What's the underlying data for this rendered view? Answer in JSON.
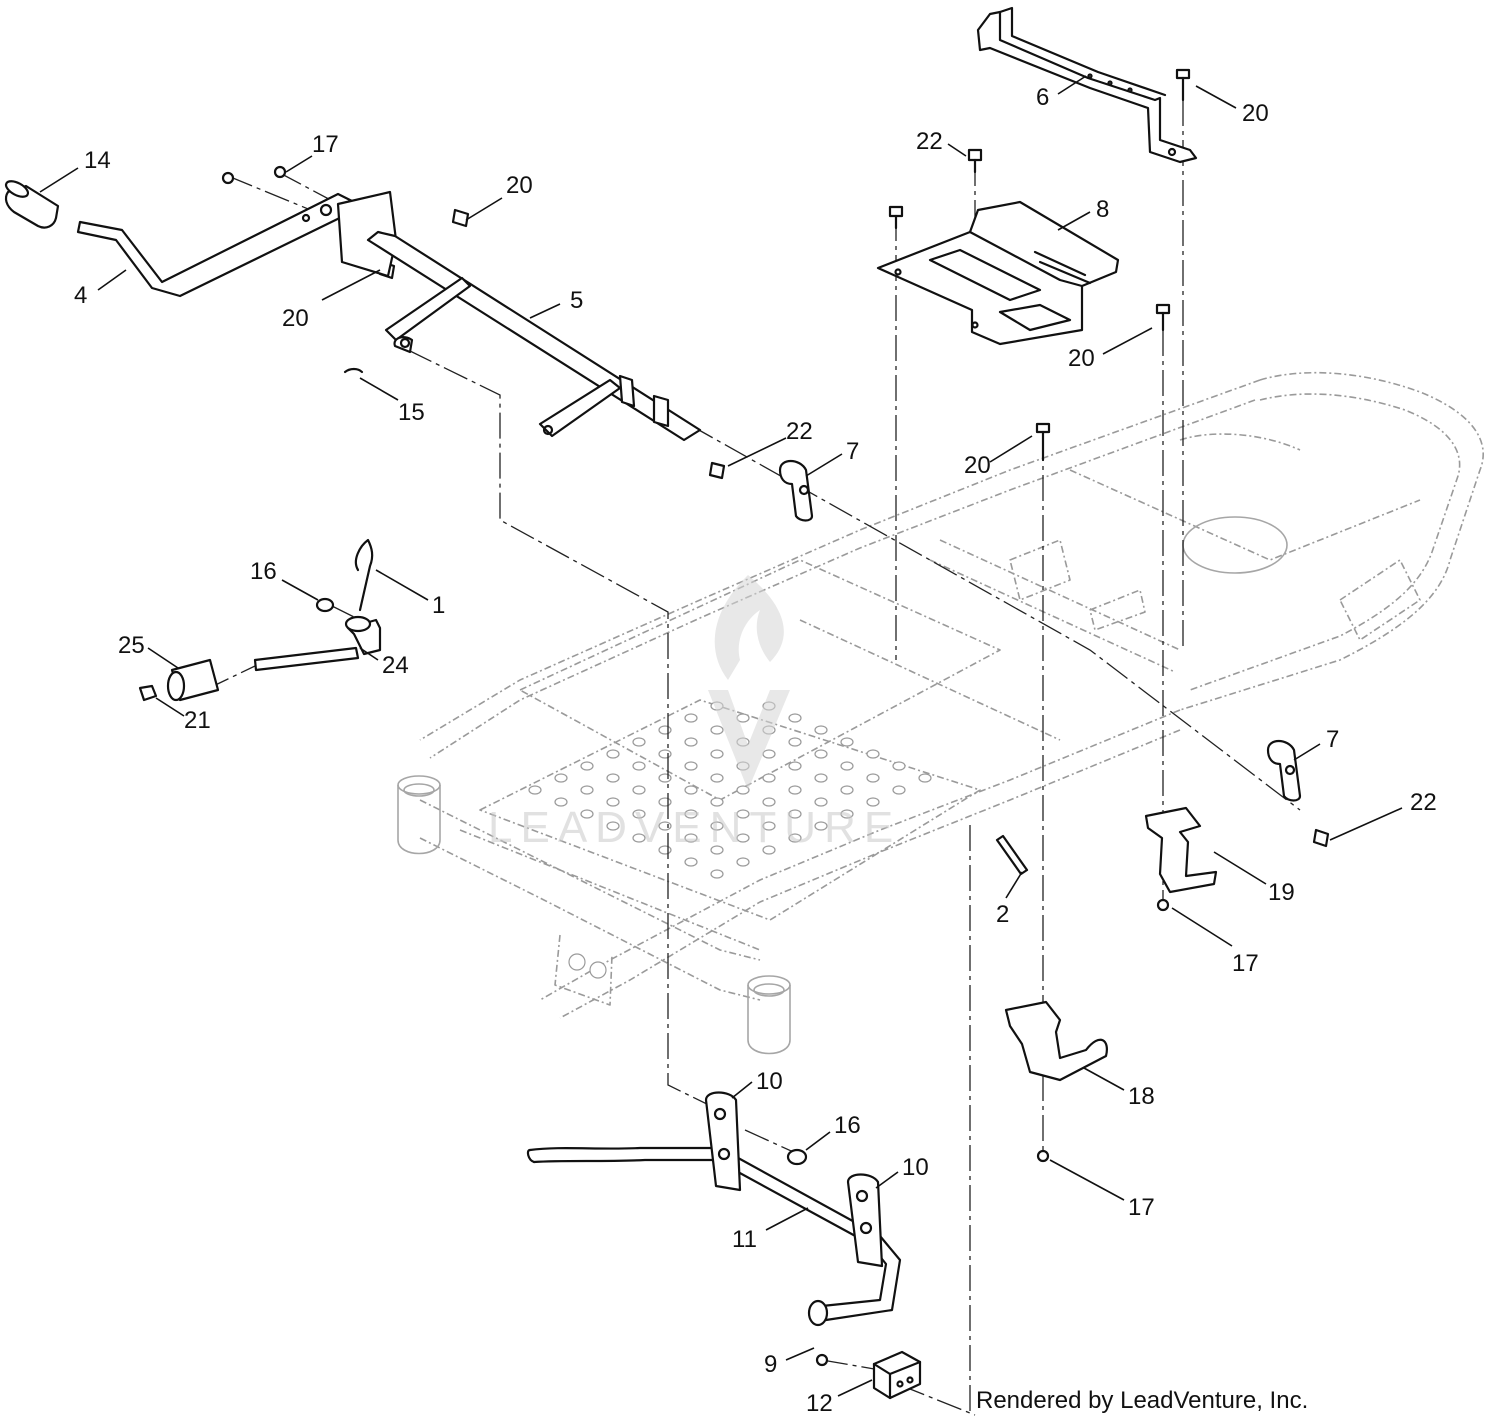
{
  "diagram": {
    "callouts": [
      {
        "id": "c14",
        "label": "14"
      },
      {
        "id": "c17a",
        "label": "17"
      },
      {
        "id": "c20a",
        "label": "20"
      },
      {
        "id": "c4",
        "label": "4"
      },
      {
        "id": "c20b",
        "label": "20"
      },
      {
        "id": "c5",
        "label": "5"
      },
      {
        "id": "c15",
        "label": "15"
      },
      {
        "id": "c6",
        "label": "6"
      },
      {
        "id": "c20c",
        "label": "20"
      },
      {
        "id": "c22a",
        "label": "22"
      },
      {
        "id": "c8",
        "label": "8"
      },
      {
        "id": "c20d",
        "label": "20"
      },
      {
        "id": "c22b",
        "label": "22"
      },
      {
        "id": "c7a",
        "label": "7"
      },
      {
        "id": "c20e",
        "label": "20"
      },
      {
        "id": "c16a",
        "label": "16"
      },
      {
        "id": "c1",
        "label": "1"
      },
      {
        "id": "c25",
        "label": "25"
      },
      {
        "id": "c24",
        "label": "24"
      },
      {
        "id": "c21",
        "label": "21"
      },
      {
        "id": "c7b",
        "label": "7"
      },
      {
        "id": "c22c",
        "label": "22"
      },
      {
        "id": "c19",
        "label": "19"
      },
      {
        "id": "c2",
        "label": "2"
      },
      {
        "id": "c17b",
        "label": "17"
      },
      {
        "id": "c18",
        "label": "18"
      },
      {
        "id": "c10a",
        "label": "10"
      },
      {
        "id": "c16b",
        "label": "16"
      },
      {
        "id": "c10b",
        "label": "10"
      },
      {
        "id": "c11",
        "label": "11"
      },
      {
        "id": "c17c",
        "label": "17"
      },
      {
        "id": "c9",
        "label": "9"
      },
      {
        "id": "c12",
        "label": "12"
      }
    ],
    "credit": "Rendered by LeadVenture, Inc.",
    "watermark": "LEADVENTURE"
  }
}
